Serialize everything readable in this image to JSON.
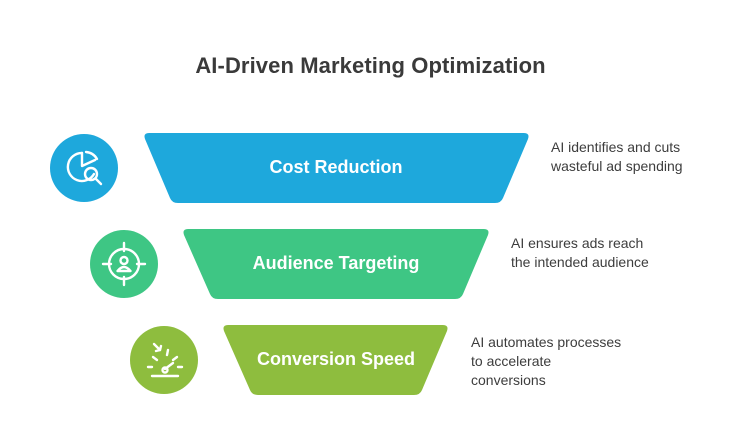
{
  "title": "AI-Driven Marketing Optimization",
  "colors": {
    "title": "#3a3a3a",
    "stage_1": "#1ea8dc",
    "stage_2": "#3ec684",
    "stage_3": "#8ebd3e",
    "description_text": "#3d3d3d"
  },
  "stages": [
    {
      "label": "Cost Reduction",
      "icon": "pie-chart-magnifier-icon",
      "description": [
        "AI identifies and cuts",
        "wasteful ad spending"
      ]
    },
    {
      "label": "Audience Targeting",
      "icon": "target-person-icon",
      "description": [
        "AI ensures ads reach",
        "the intended audience"
      ]
    },
    {
      "label": "Conversion Speed",
      "icon": "speedometer-icon",
      "description": [
        "AI automates processes",
        "to accelerate",
        "conversions"
      ]
    }
  ]
}
